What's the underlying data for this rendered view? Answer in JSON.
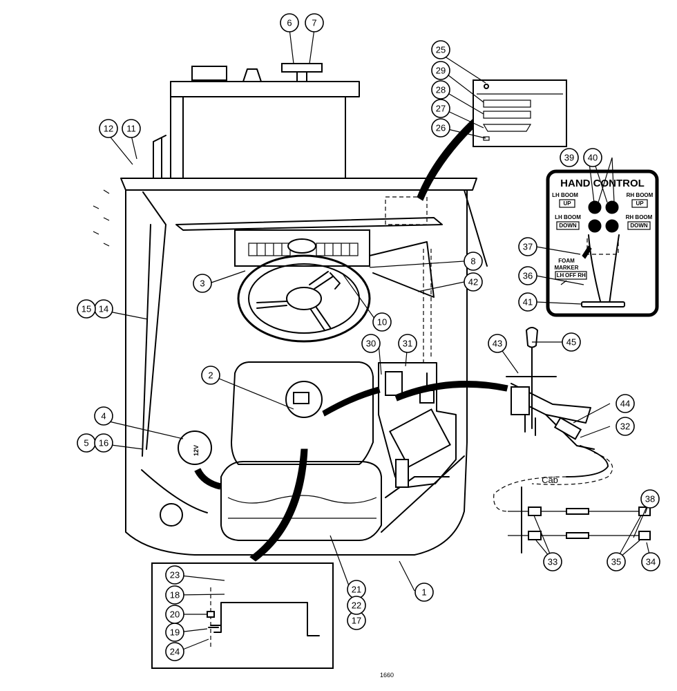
{
  "drawing_number": "1660",
  "hand_control": {
    "title": "HAND CONTROL",
    "lh_boom_up_label": "LH BOOM",
    "lh_boom_up_state": "UP",
    "rh_boom_up_label": "RH BOOM",
    "rh_boom_up_state": "UP",
    "lh_boom_down_label": "LH BOOM",
    "lh_boom_down_state": "DOWN",
    "rh_boom_down_label": "RH BOOM",
    "rh_boom_down_state": "DOWN",
    "foam_marker_line1": "FOAM",
    "foam_marker_line2": "MARKER",
    "foam_lh": "LH",
    "foam_off": "OFF",
    "foam_rh": "RH"
  },
  "cab_label": "Cab",
  "socket_label": "12V",
  "callouts": [
    "1",
    "2",
    "3",
    "4",
    "5",
    "6",
    "7",
    "8",
    "10",
    "11",
    "12",
    "14",
    "15",
    "16",
    "17",
    "18",
    "19",
    "20",
    "21",
    "22",
    "23",
    "24",
    "25",
    "26",
    "27",
    "28",
    "29",
    "30",
    "31",
    "32",
    "33",
    "34",
    "35",
    "36",
    "37",
    "38",
    "39",
    "40",
    "41",
    "42",
    "43",
    "44",
    "45"
  ]
}
